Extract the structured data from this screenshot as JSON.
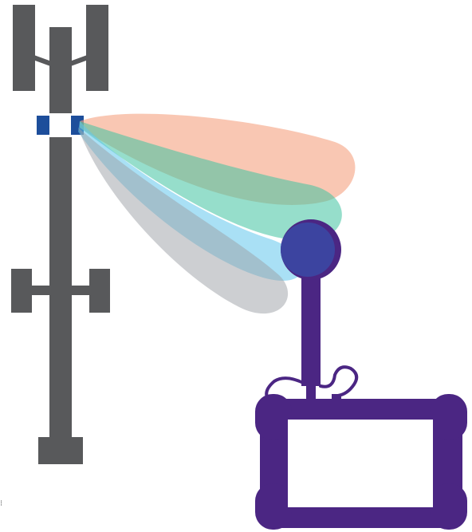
{
  "colors": {
    "tower": "#58595b",
    "antenna_module": "#1d4e9b",
    "analyzer": "#4b2683",
    "probe_head": "#3a4aa6",
    "beam_orange": "#f5a584",
    "beam_green": "#3fc3a0",
    "beam_blue": "#63c6ec",
    "beam_gray": "#9c9fa5",
    "screen": "#ffffff"
  },
  "beams": [
    {
      "name": "beam-orange",
      "color": "#f5a584",
      "opacity": 0.62
    },
    {
      "name": "beam-green",
      "color": "#3fc3a0",
      "opacity": 0.55
    },
    {
      "name": "beam-blue",
      "color": "#63c6ec",
      "opacity": 0.55
    },
    {
      "name": "beam-gray",
      "color": "#9c9fa5",
      "opacity": 0.5
    }
  ],
  "icons": [
    "cell-tower-icon",
    "antenna-module-icon",
    "signal-analyzer-icon",
    "measurement-probe-icon"
  ]
}
